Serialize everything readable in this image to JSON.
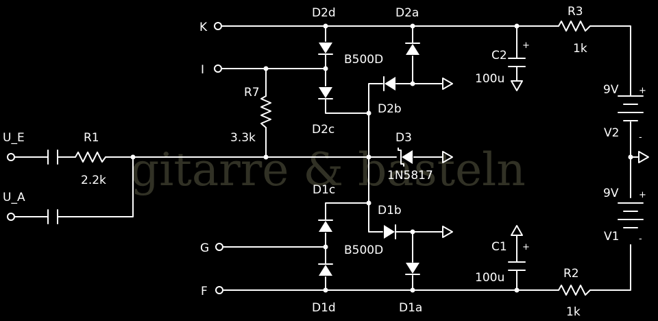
{
  "colors": {
    "background": "#000000",
    "wire": "#ffffff",
    "watermark": "#3a3a2c"
  },
  "watermark": "gitarre & basteln",
  "terminals": {
    "k": "K",
    "i": "I",
    "g": "G",
    "f": "F",
    "u_e": "U_E",
    "u_a": "U_A"
  },
  "components": {
    "r1": {
      "ref": "R1",
      "value": "2.2k"
    },
    "r2": {
      "ref": "R2",
      "value": "1k"
    },
    "r3": {
      "ref": "R3",
      "value": "1k"
    },
    "r7": {
      "ref": "R7",
      "value": "3.3k"
    },
    "c1": {
      "ref": "C1",
      "value": "100u",
      "polarity": "+"
    },
    "c2": {
      "ref": "C2",
      "value": "100u",
      "polarity": "+"
    },
    "v1": {
      "ref": "V1",
      "value": "9V",
      "plus": "+",
      "minus": "-"
    },
    "v2": {
      "ref": "V2",
      "value": "9V",
      "plus": "+",
      "minus": "-"
    },
    "d3": {
      "ref": "D3",
      "value": "1N5817"
    },
    "bridge_top": {
      "value": "B500D",
      "d2a": "D2a",
      "d2b": "D2b",
      "d2c": "D2c",
      "d2d": "D2d"
    },
    "bridge_bottom": {
      "value": "B500D",
      "d1a": "D1a",
      "d1b": "D1b",
      "d1c": "D1c",
      "d1d": "D1d"
    }
  }
}
